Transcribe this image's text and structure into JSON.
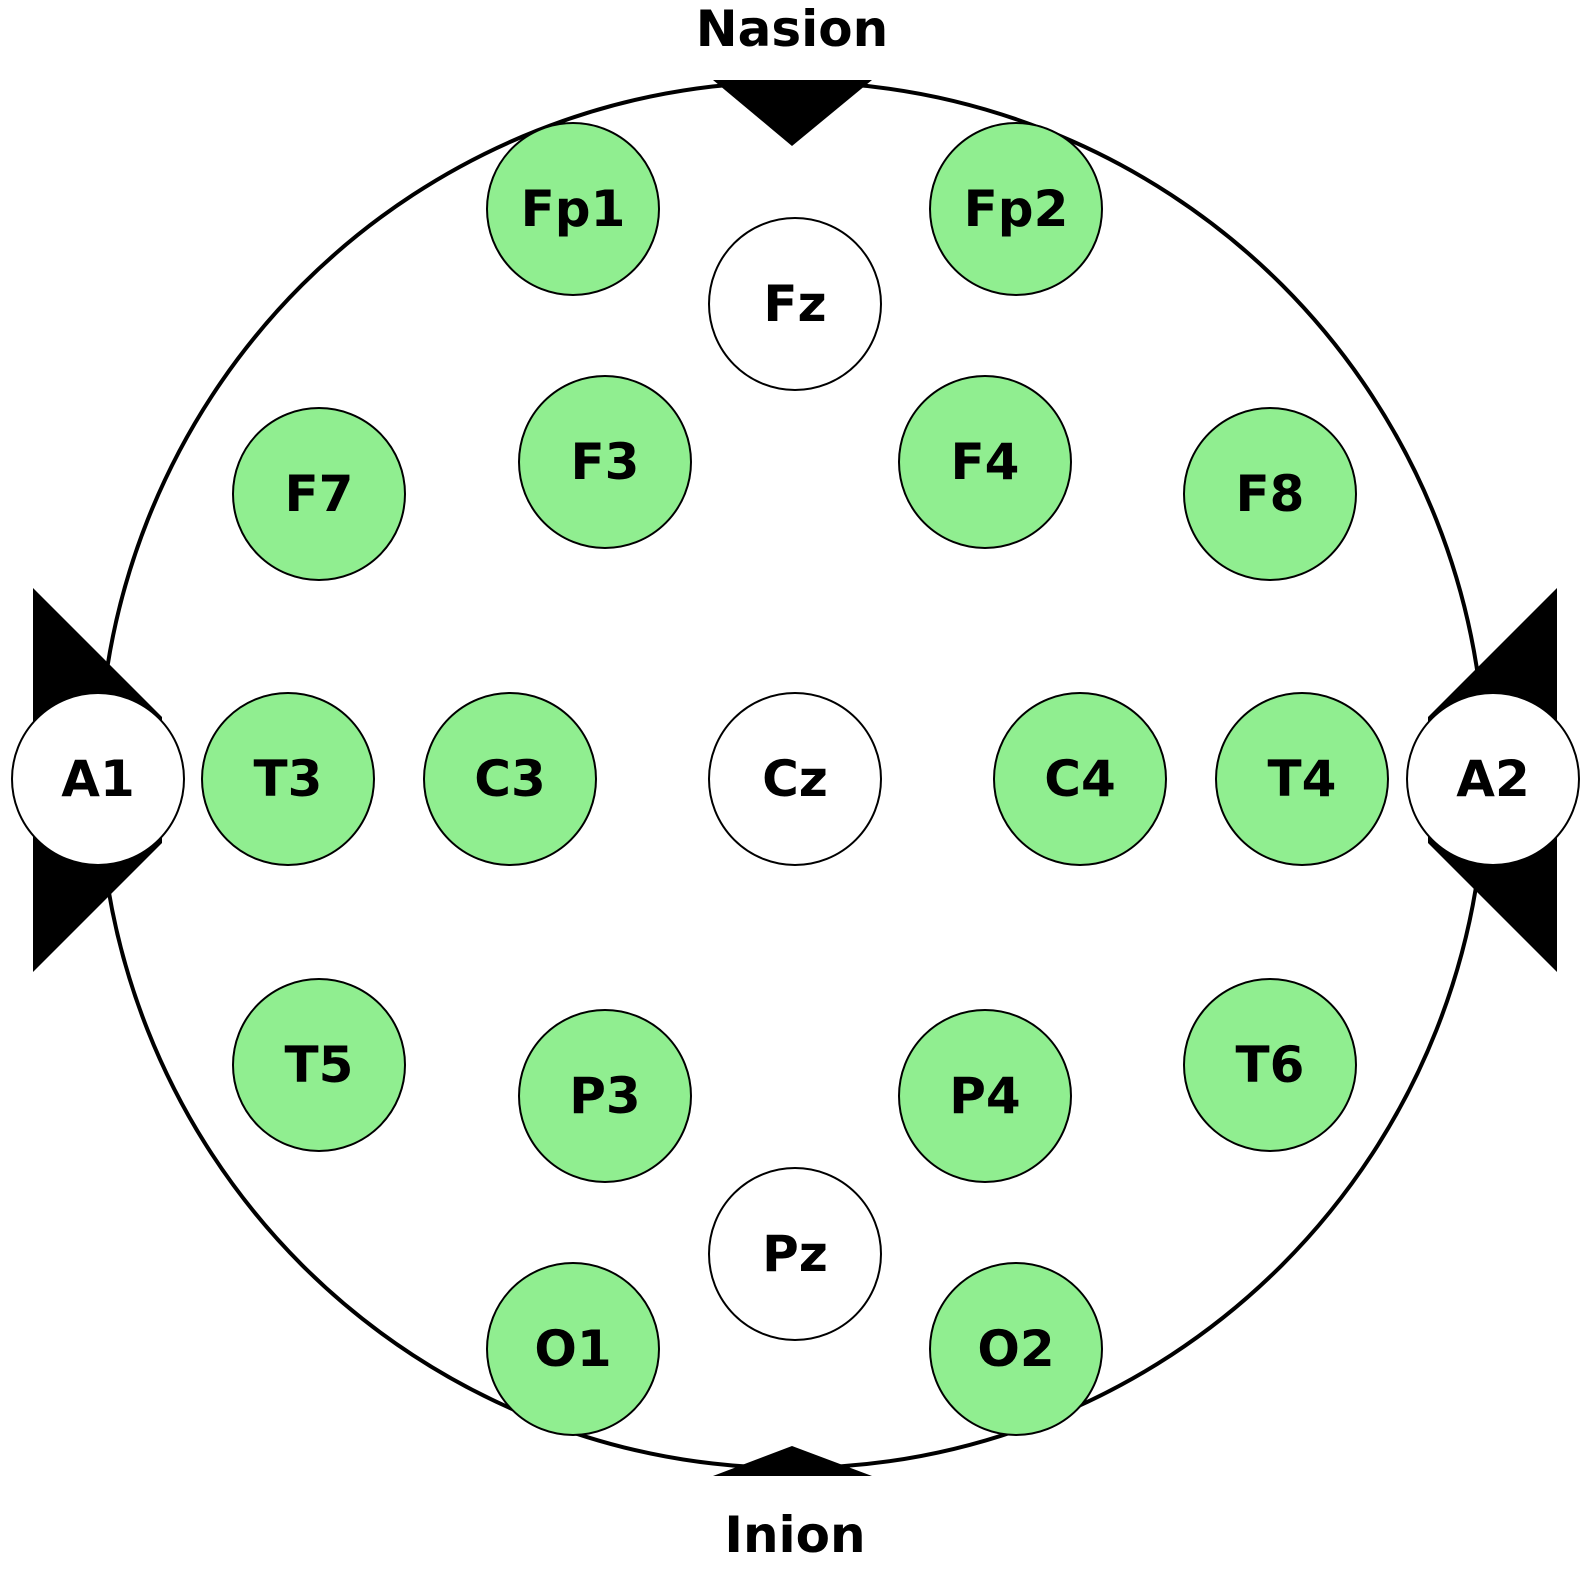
{
  "landmarks": {
    "top": "Nasion",
    "bottom": "Inion"
  },
  "colors": {
    "active": "#90ee90",
    "reference": "#ffffff",
    "stroke": "#000000"
  },
  "electrodes": [
    {
      "id": "fp1",
      "label": "Fp1",
      "type": "active"
    },
    {
      "id": "fp2",
      "label": "Fp2",
      "type": "active"
    },
    {
      "id": "fz",
      "label": "Fz",
      "type": "reference"
    },
    {
      "id": "f7",
      "label": "F7",
      "type": "active"
    },
    {
      "id": "f3",
      "label": "F3",
      "type": "active"
    },
    {
      "id": "f4",
      "label": "F4",
      "type": "active"
    },
    {
      "id": "f8",
      "label": "F8",
      "type": "active"
    },
    {
      "id": "a1",
      "label": "A1",
      "type": "reference"
    },
    {
      "id": "t3",
      "label": "T3",
      "type": "active"
    },
    {
      "id": "c3",
      "label": "C3",
      "type": "active"
    },
    {
      "id": "cz",
      "label": "Cz",
      "type": "reference"
    },
    {
      "id": "c4",
      "label": "C4",
      "type": "active"
    },
    {
      "id": "t4",
      "label": "T4",
      "type": "active"
    },
    {
      "id": "a2",
      "label": "A2",
      "type": "reference"
    },
    {
      "id": "t5",
      "label": "T5",
      "type": "active"
    },
    {
      "id": "p3",
      "label": "P3",
      "type": "active"
    },
    {
      "id": "p4",
      "label": "P4",
      "type": "active"
    },
    {
      "id": "t6",
      "label": "T6",
      "type": "active"
    },
    {
      "id": "pz",
      "label": "Pz",
      "type": "reference"
    },
    {
      "id": "o1",
      "label": "O1",
      "type": "active"
    },
    {
      "id": "o2",
      "label": "O2",
      "type": "active"
    }
  ]
}
